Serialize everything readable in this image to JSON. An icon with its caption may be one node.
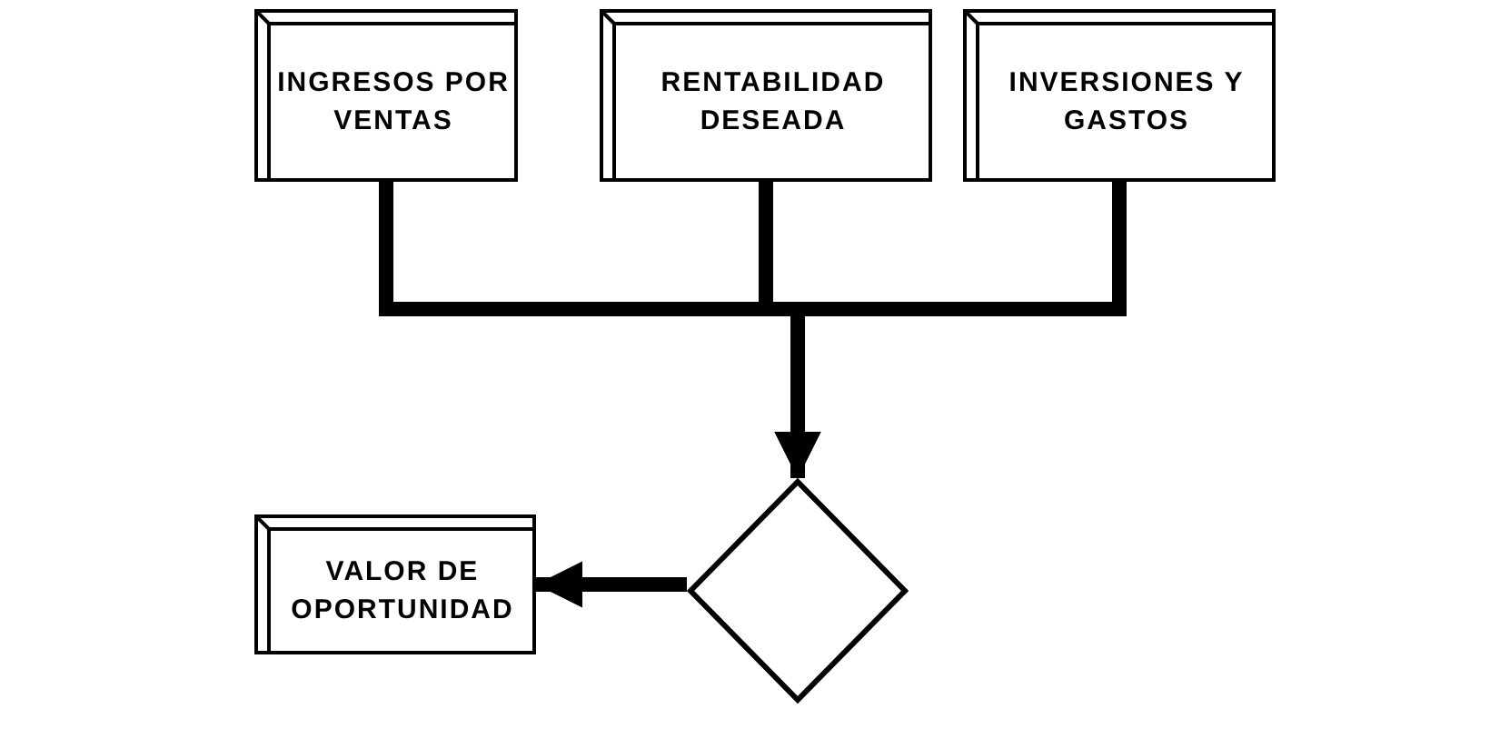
{
  "diagram": {
    "nodes": [
      {
        "text": [
          "INGRESOS POR VENTAS"
        ]
      },
      {
        "text": [
          "RENTABILIDAD DESEADA"
        ]
      },
      {
        "text": [
          "INVERSIONES Y GASTOS"
        ]
      },
      {
        "text": [
          "VALOR DE OPORTUNIDAD"
        ]
      },
      {
        "text": [],
        "shape": "diamond"
      }
    ],
    "edges": [
      {
        "from": 0,
        "to": 4,
        "arrow": "to"
      },
      {
        "from": 1,
        "to": 4,
        "arrow": "to"
      },
      {
        "from": 2,
        "to": 4,
        "arrow": "to"
      },
      {
        "from": 4,
        "to": 3,
        "arrow": "to"
      }
    ]
  }
}
